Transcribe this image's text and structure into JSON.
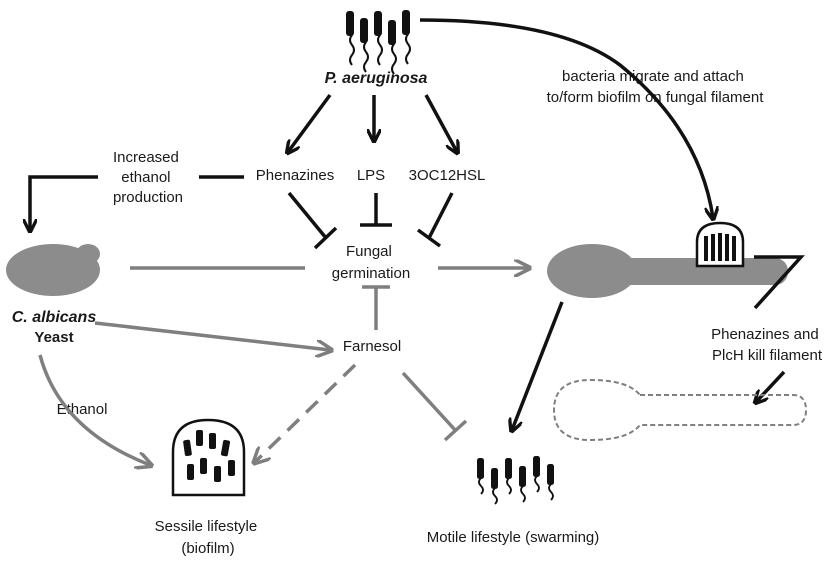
{
  "nodes": {
    "p_aeruginosa": "P. aeruginosa",
    "phenazines": "Phenazines",
    "lps": "LPS",
    "oc12hsl": "3OC12HSL",
    "increased_ethanol": [
      "Increased",
      "ethanol",
      "production"
    ],
    "fungal_germination": [
      "Fungal",
      "germination"
    ],
    "c_albicans": "C. albicans",
    "yeast": "Yeast",
    "farnesol": "Farnesol",
    "ethanol": "Ethanol",
    "sessile": [
      "Sessile lifestyle",
      "(biofilm)"
    ],
    "motile": "Motile lifestyle (swarming)",
    "bacteria_migrate": [
      "bacteria migrate and attach",
      "to/form biofilm on fungal filament"
    ],
    "phenazines_plch": [
      "Phenazines and",
      "PlcH kill filament"
    ]
  },
  "colors": {
    "activation_arrow": "#111111",
    "host_arrow": "#7f7f7f",
    "fungal_cell": "#8c8c8c"
  },
  "edges": [
    {
      "from": "P. aeruginosa",
      "to": "Phenazines",
      "type": "activates"
    },
    {
      "from": "P. aeruginosa",
      "to": "LPS",
      "type": "activates"
    },
    {
      "from": "P. aeruginosa",
      "to": "3OC12HSL",
      "type": "activates"
    },
    {
      "from": "Phenazines",
      "to": "Fungal germination",
      "type": "inhibits"
    },
    {
      "from": "LPS",
      "to": "Fungal germination",
      "type": "inhibits"
    },
    {
      "from": "3OC12HSL",
      "to": "Fungal germination",
      "type": "inhibits"
    },
    {
      "from": "Phenazines",
      "to": "C. albicans Yeast",
      "type": "activates",
      "via": "Increased ethanol production"
    },
    {
      "from": "C. albicans Yeast",
      "to": "Fungal filament",
      "type": "activates",
      "via": "Fungal germination"
    },
    {
      "from": "Farnesol",
      "to": "Fungal germination",
      "type": "inhibits"
    },
    {
      "from": "C. albicans Yeast",
      "to": "Farnesol",
      "type": "activates"
    },
    {
      "from": "C. albicans Yeast",
      "to": "Sessile lifestyle (biofilm)",
      "type": "activates",
      "via": "Ethanol"
    },
    {
      "from": "Farnesol",
      "to": "Sessile lifestyle (biofilm)",
      "type": "activates",
      "style": "dashed"
    },
    {
      "from": "Farnesol",
      "to": "Motile lifestyle (swarming)",
      "type": "inhibits"
    },
    {
      "from": "P. aeruginosa",
      "to": "Fungal filament",
      "type": "activates",
      "via": "bacteria migrate and attach to/form biofilm on fungal filament"
    },
    {
      "from": "Fungal filament",
      "to": "Motile lifestyle (swarming)",
      "type": "activates"
    },
    {
      "from": "Fungal filament",
      "to": "Dead filament",
      "type": "activates",
      "via": "Phenazines and PlcH kill filament"
    }
  ]
}
